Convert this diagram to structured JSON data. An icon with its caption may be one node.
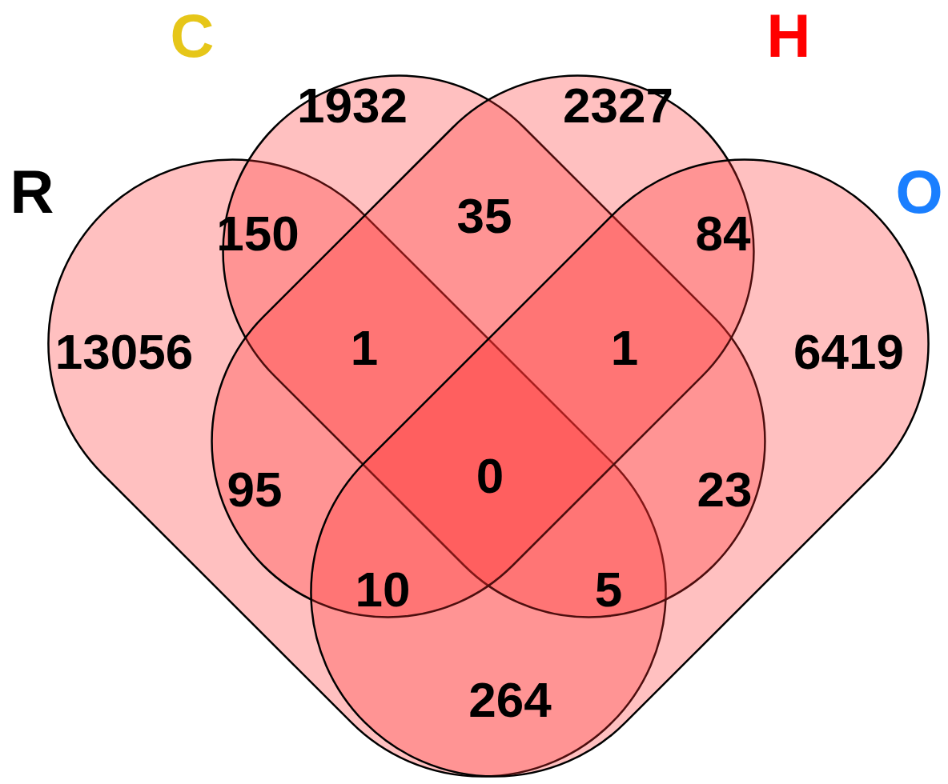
{
  "diagram": {
    "nodes": [
      {
        "text": [
          "R"
        ]
      },
      {
        "text": [
          "C"
        ]
      },
      {
        "text": [
          "H"
        ]
      },
      {
        "text": [
          "O"
        ]
      }
    ],
    "edges": [],
    "labels": [
      "1932",
      "2327",
      "150",
      "35",
      "84",
      "13056",
      "1",
      "1",
      "6419",
      "95",
      "0",
      "23",
      "10",
      "5",
      "264"
    ]
  }
}
